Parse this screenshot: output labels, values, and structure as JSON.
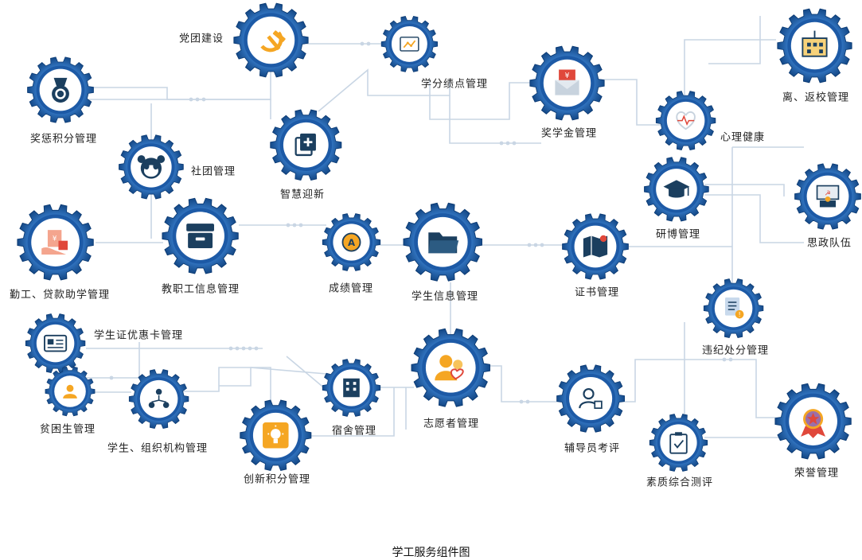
{
  "caption": "学工服务组件图",
  "colors": {
    "gear_dark": "#0b3a73",
    "gear_mid": "#1d5aa6",
    "gear_light": "#3d86d8",
    "connector": "#c9d6e4",
    "icon_dark": "#1b3f5f",
    "accent_orange": "#f5a623",
    "accent_red": "#e0483b"
  },
  "nodes": [
    {
      "id": "party",
      "label": "党团建设",
      "icon": "hammer-sickle-icon",
      "accent": "#f5a623"
    },
    {
      "id": "credit",
      "label": "学分绩点管理",
      "icon": "chart-board-icon",
      "accent": "#f5a623"
    },
    {
      "id": "scholarship",
      "label": "奖学金管理",
      "icon": "scholarship-envelope-icon",
      "accent": "#e0483b"
    },
    {
      "id": "leave",
      "label": "离、返校管理",
      "icon": "school-building-icon",
      "accent": "#f5a623"
    },
    {
      "id": "reward",
      "label": "奖惩积分管理",
      "icon": "medal-icon",
      "accent": "#1b3f5f"
    },
    {
      "id": "club",
      "label": "社团管理",
      "icon": "panda-icon",
      "accent": "#1b3f5f"
    },
    {
      "id": "welcome",
      "label": "智慧迎新",
      "icon": "add-copy-icon",
      "accent": "#1b3f5f"
    },
    {
      "id": "psych",
      "label": "心理健康",
      "icon": "heart-pulse-icon",
      "accent": "#e0483b"
    },
    {
      "id": "grad",
      "label": "研博管理",
      "icon": "graduation-cap-icon",
      "accent": "#1b3f5f"
    },
    {
      "id": "ideology",
      "label": "思政队伍",
      "icon": "podium-icon",
      "accent": "#e0483b"
    },
    {
      "id": "aid",
      "label": "勤工、贷款助学管理",
      "icon": "hand-document-icon",
      "accent": "#e0483b"
    },
    {
      "id": "staff",
      "label": "教职工信息管理",
      "icon": "archive-box-icon",
      "accent": "#1b3f5f"
    },
    {
      "id": "grades",
      "label": "成绩管理",
      "icon": "grade-a-icon",
      "accent": "#f5a623"
    },
    {
      "id": "student_info",
      "label": "学生信息管理",
      "icon": "folder-icon",
      "accent": "#1b3f5f"
    },
    {
      "id": "certificate",
      "label": "证书管理",
      "icon": "map-book-icon",
      "accent": "#e0483b"
    },
    {
      "id": "discipline",
      "label": "违纪处分管理",
      "icon": "warning-document-icon",
      "accent": "#f5a623"
    },
    {
      "id": "student_card",
      "label": "学生证优惠卡管理",
      "icon": "student-card-icon",
      "accent": "#1b3f5f"
    },
    {
      "id": "poor",
      "label": "贫困生管理",
      "icon": "person-icon",
      "accent": "#f5a623"
    },
    {
      "id": "org",
      "label": "学生、组织机构管理",
      "icon": "org-tree-icon",
      "accent": "#1b3f5f"
    },
    {
      "id": "dorm",
      "label": "宿舍管理",
      "icon": "dorm-building-icon",
      "accent": "#1b3f5f"
    },
    {
      "id": "volunteer",
      "label": "志愿者管理",
      "icon": "volunteer-heart-icon",
      "accent": "#f5a623"
    },
    {
      "id": "counselor",
      "label": "辅导员考评",
      "icon": "user-edit-icon",
      "accent": "#1b3f5f"
    },
    {
      "id": "innovation",
      "label": "创新积分管理",
      "icon": "lightbulb-icon",
      "accent": "#f5a623"
    },
    {
      "id": "quality",
      "label": "素质综合测评",
      "icon": "clipboard-check-icon",
      "accent": "#1b3f5f"
    },
    {
      "id": "honor",
      "label": "荣誉管理",
      "icon": "star-badge-icon",
      "accent": "#e0483b"
    }
  ]
}
